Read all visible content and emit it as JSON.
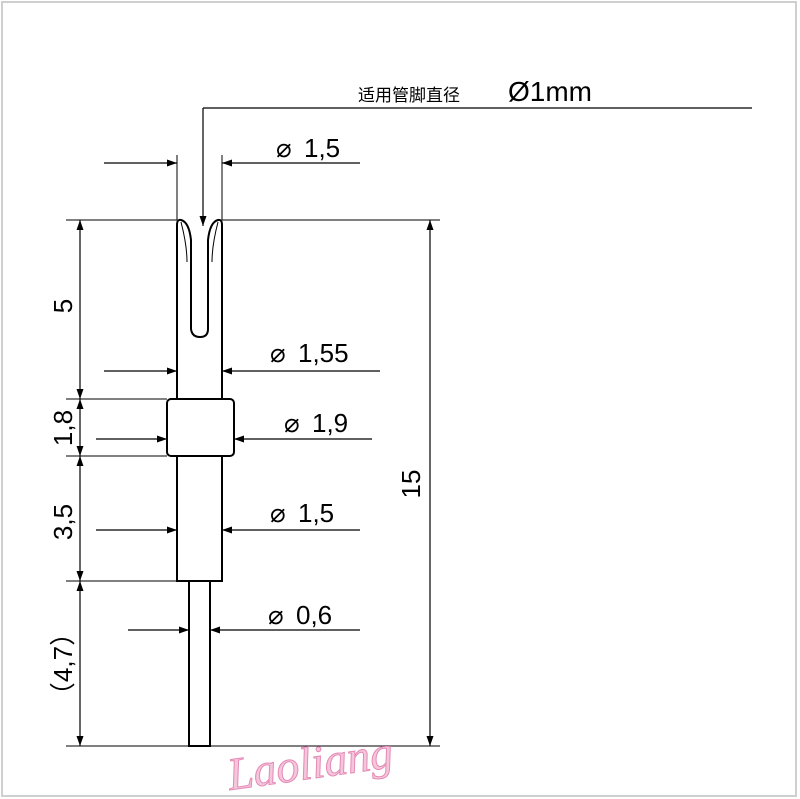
{
  "note": {
    "label": "适用管脚直径",
    "value": "Ø1mm"
  },
  "diameters": {
    "d_top": "1,5",
    "d_fork": "1,55",
    "d_collar": "1,9",
    "d_body": "1,5",
    "d_pin": "0,6"
  },
  "diameter_symbol": "⌀",
  "lengths": {
    "l_fork": "5",
    "l_collar": "1,8",
    "l_body": "3,5",
    "l_pin": "（4,7）",
    "l_total": "15"
  },
  "watermark": "Laoliang",
  "colors": {
    "frame": "#cfcfcf",
    "watermark_fill": "#f4c6dc",
    "watermark_stroke": "#e58ab6"
  }
}
